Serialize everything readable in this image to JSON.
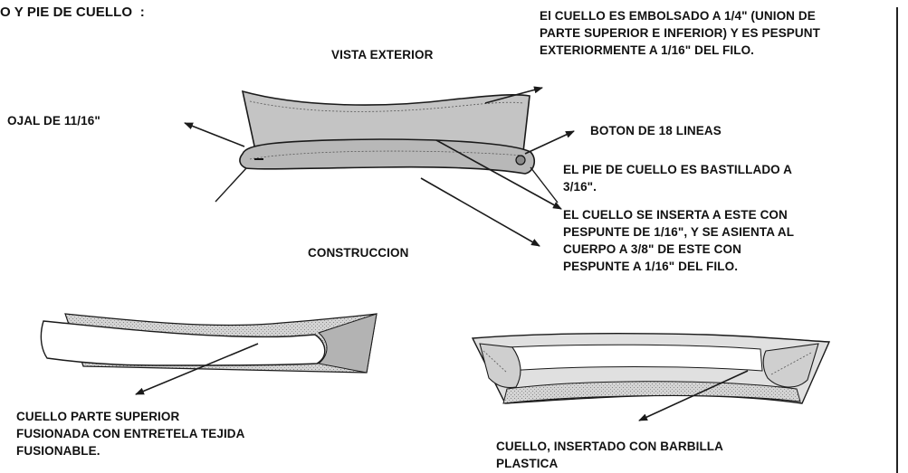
{
  "page": {
    "heading": "O Y PIE DE CUELLO  :"
  },
  "labels": {
    "vista_exterior": "VISTA EXTERIOR",
    "embolsado": "El CUELLO ES EMBOLSADO A 1/4\" (UNION DE\nPARTE SUPERIOR E INFERIOR) Y ES PESPUNT\nEXTERIORMENTE A 1/16\" DEL FILO.",
    "ojal": "OJAL DE 11/16\"",
    "boton": "BOTON DE 18 LINEAS",
    "pie_bastillado": "EL PIE DE CUELLO ES BASTILLADO A\n3/16\".",
    "inserta": "EL CUELLO SE INSERTA A ESTE CON\nPESPUNTE DE 1/16\", Y SE ASIENTA AL\nCUERPO A 3/8\" DE ESTE CON\nPESPUNTE A 1/16\" DEL FILO.",
    "construccion": "CONSTRUCCION",
    "parte_superior": "CUELLO PARTE SUPERIOR\nFUSIONADA CON ENTRETELA TEJIDA\nFUSIONABLE.",
    "barbilla": "CUELLO, INSERTADO CON BARBILLA\nPLASTICA"
  },
  "colors": {
    "collar_fill": "#c4c4c4",
    "band_fill": "#b8b8b8",
    "ink": "#1a1a1a",
    "speckle": "#a8a8a8"
  }
}
